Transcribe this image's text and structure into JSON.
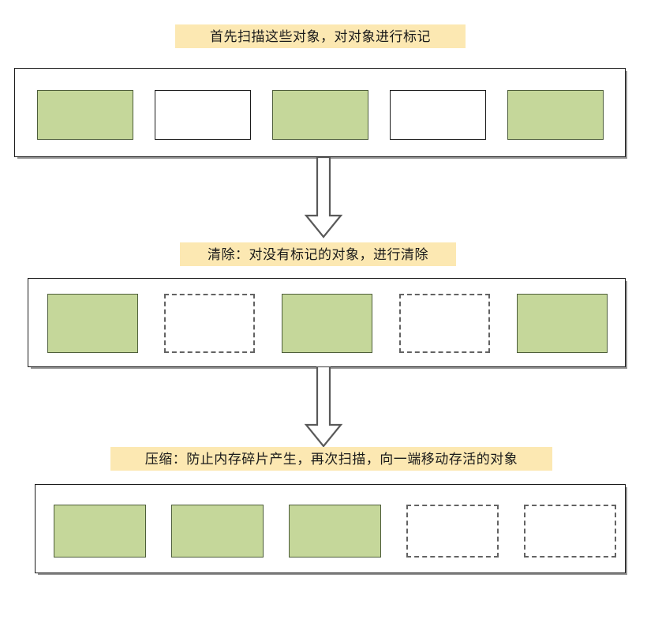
{
  "diagram": {
    "title_mark": "首先扫描这些对象，对对象进行标记",
    "title_sweep": "清除：对没有标记的对象，进行清除",
    "title_compact": "压缩：防止内存碎片产生，再次扫描，向一端移动存活的对象",
    "colors": {
      "live_fill": "#c5d79a",
      "live_border": "#4d5d3a",
      "empty_border": "#1a1a1a",
      "freed_border": "#636363",
      "banner_bg": "#fce8b2",
      "container_border": "#1a1a1a",
      "arrow_stroke": "#595959"
    },
    "stages": [
      {
        "name": "mark",
        "label": "首先扫描这些对象，对对象进行标记",
        "cells": [
          {
            "state": "live",
            "name": "object-marked-1"
          },
          {
            "state": "empty",
            "name": "object-unmarked-1"
          },
          {
            "state": "live",
            "name": "object-marked-2"
          },
          {
            "state": "empty",
            "name": "object-unmarked-2"
          },
          {
            "state": "live",
            "name": "object-marked-3"
          }
        ]
      },
      {
        "name": "sweep",
        "label": "清除：对没有标记的对象，进行清除",
        "cells": [
          {
            "state": "live",
            "name": "object-marked-1"
          },
          {
            "state": "freed",
            "name": "object-freed-1"
          },
          {
            "state": "live",
            "name": "object-marked-2"
          },
          {
            "state": "freed",
            "name": "object-freed-2"
          },
          {
            "state": "live",
            "name": "object-marked-3"
          }
        ]
      },
      {
        "name": "compact",
        "label": "压缩：防止内存碎片产生，再次扫描，向一端移动存活的对象",
        "cells": [
          {
            "state": "live",
            "name": "object-moved-1"
          },
          {
            "state": "live",
            "name": "object-moved-2"
          },
          {
            "state": "live",
            "name": "object-moved-3"
          },
          {
            "state": "freed",
            "name": "object-free-space-1"
          },
          {
            "state": "freed",
            "name": "object-free-space-2"
          }
        ]
      }
    ],
    "arrows": [
      {
        "name": "arrow-mark-to-sweep",
        "direction": "down"
      },
      {
        "name": "arrow-sweep-to-compact",
        "direction": "down"
      }
    ]
  }
}
